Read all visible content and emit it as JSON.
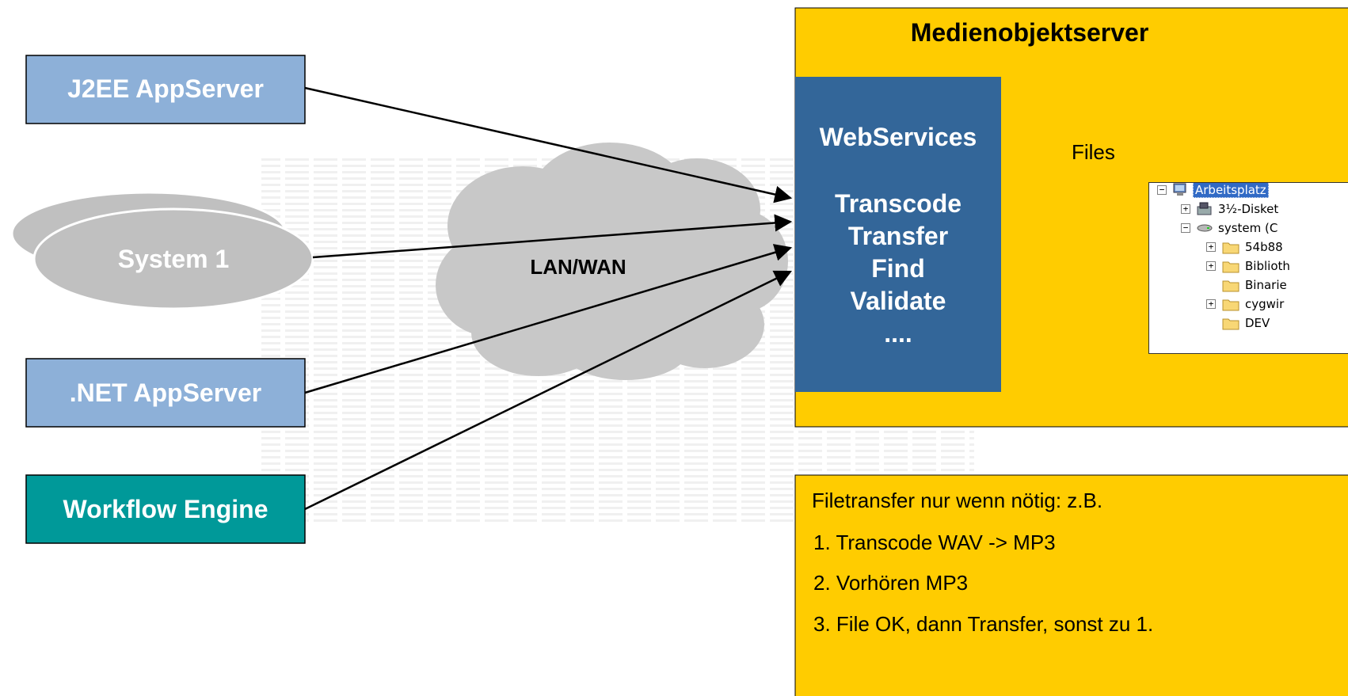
{
  "diagram": {
    "clients": {
      "j2ee": "J2EE AppServer",
      "system1": "System 1",
      "dotnet": ".NET AppServer",
      "workflow": "Workflow Engine"
    },
    "network": "LAN/WAN",
    "server": {
      "title": "Medienobjektserver",
      "webservices_title": "WebServices",
      "operations": [
        "Transcode",
        "Transfer",
        "Find",
        "Validate",
        "...."
      ],
      "files_label": "Files"
    },
    "file_tree": [
      {
        "label": "Arbeitsplatz",
        "expander": "minus",
        "icon": "computer-icon",
        "selected": true
      },
      {
        "label": "3½-Disket",
        "expander": "plus",
        "icon": "floppy-drive-icon",
        "selected": false
      },
      {
        "label": "system (C",
        "expander": "minus",
        "icon": "hard-drive-icon",
        "selected": false
      },
      {
        "label": "54b88",
        "expander": "plus",
        "icon": "folder-icon",
        "selected": false
      },
      {
        "label": "Biblioth",
        "expander": "plus",
        "icon": "folder-icon",
        "selected": false
      },
      {
        "label": "Binarie",
        "expander": "none",
        "icon": "folder-icon",
        "selected": false
      },
      {
        "label": "cygwir",
        "expander": "plus",
        "icon": "folder-icon",
        "selected": false
      },
      {
        "label": "DEV",
        "expander": "none",
        "icon": "folder-icon",
        "selected": false
      }
    ],
    "note": {
      "heading": "Filetransfer nur wenn nötig: z.B.",
      "steps": [
        "1. Transcode WAV -> MP3",
        "2. Vorhören MP3",
        "3. File OK, dann Transfer, sonst zu 1."
      ]
    },
    "colors": {
      "client_blue": "#8db0d8",
      "workflow_teal": "#009999",
      "server_yellow": "#ffcc00",
      "webservices_blue": "#336699",
      "cloud_grey": "#c8c8c8",
      "system_ellipse": "#c0c0c0"
    }
  }
}
